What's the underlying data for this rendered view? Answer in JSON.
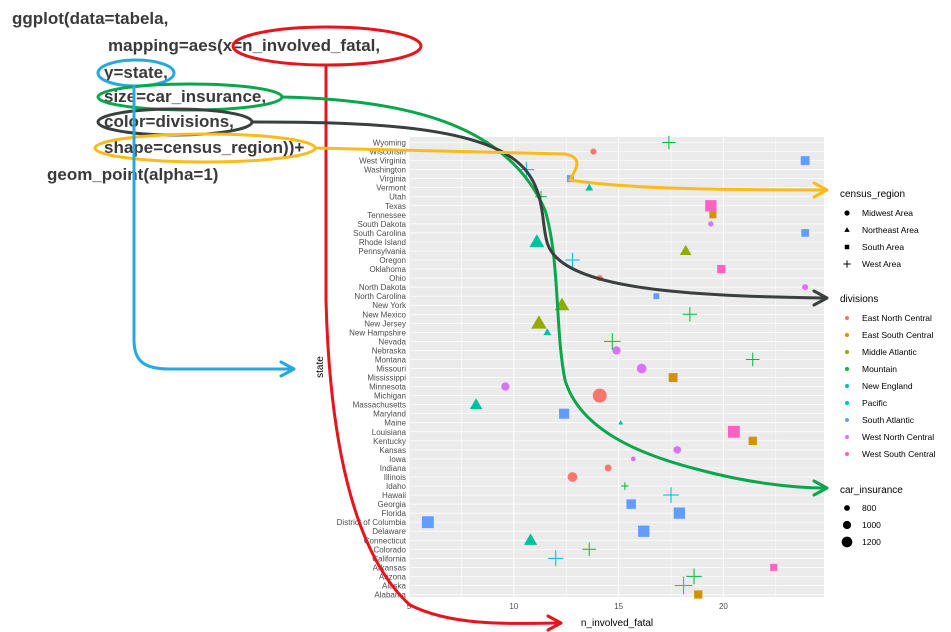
{
  "code_lines": [
    "ggplot(data=tabela,",
    "mapping=aes(x=n_involved_fatal,",
    "y=state,",
    "size=car_insurance,",
    "color=divisions,",
    "shape=census_region))+",
    "geom_point(alpha=1)"
  ],
  "colors": {
    "red": "#e8141b",
    "green": "#0aa64b",
    "blue": "#25a9e0",
    "gray": "#3b3f40",
    "yellow": "#fbbb1a",
    "panel": "#ebebeb",
    "grid": "#ffffff"
  },
  "chart_data": {
    "type": "scatter",
    "xlabel": "n_involved_fatal",
    "ylabel": "state",
    "xlim": [
      5,
      24.8
    ],
    "x_ticks": [
      5,
      10,
      15,
      20
    ],
    "grid": true,
    "states": [
      "Alabama",
      "Alaska",
      "Arizona",
      "Arkansas",
      "California",
      "Colorado",
      "Connecticut",
      "Delaware",
      "District of Columbia",
      "Florida",
      "Georgia",
      "Hawaii",
      "Idaho",
      "Illinois",
      "Indiana",
      "Iowa",
      "Kansas",
      "Kentucky",
      "Louisiana",
      "Maine",
      "Maryland",
      "Massachusetts",
      "Michigan",
      "Minnesota",
      "Mississippi",
      "Missouri",
      "Montana",
      "Nebraska",
      "Nevada",
      "New Hampshire",
      "New Jersey",
      "New Mexico",
      "New York",
      "North Carolina",
      "North Dakota",
      "Ohio",
      "Oklahoma",
      "Oregon",
      "Pennsylvania",
      "Rhode Island",
      "South Carolina",
      "South Dakota",
      "Tennessee",
      "Texas",
      "Utah",
      "Vermont",
      "Virginia",
      "Washington",
      "West Virginia",
      "Wisconsin",
      "Wyoming"
    ],
    "division_colors": {
      "East North Central": "#f8766d",
      "East South Central": "#d39200",
      "Middle Atlantic": "#93aa00",
      "Mountain": "#00ba38",
      "New England": "#00c19f",
      "Pacific": "#00b9e3",
      "South Atlantic": "#619cff",
      "West North Central": "#db72fb",
      "West South Central": "#ff61c3"
    },
    "points": [
      {
        "state": "Alabama",
        "x": 18.8,
        "insurance": 1000,
        "division": "East South Central",
        "region": "South Area"
      },
      {
        "state": "Alaska",
        "x": 18.1,
        "insurance": 1200,
        "division": "Pacific",
        "region": "West Area"
      },
      {
        "state": "Arizona",
        "x": 18.6,
        "insurance": 1100,
        "division": "Mountain",
        "region": "West Area"
      },
      {
        "state": "Arkansas",
        "x": 22.4,
        "insurance": 900,
        "division": "West South Central",
        "region": "South Area"
      },
      {
        "state": "California",
        "x": 12.0,
        "insurance": 1100,
        "division": "Pacific",
        "region": "West Area"
      },
      {
        "state": "Colorado",
        "x": 13.6,
        "insurance": 1000,
        "division": "Mountain",
        "region": "West Area"
      },
      {
        "state": "Connecticut",
        "x": 10.8,
        "insurance": 1200,
        "division": "New England",
        "region": "Northeast Area"
      },
      {
        "state": "Delaware",
        "x": 16.2,
        "insurance": 1250,
        "division": "South Atlantic",
        "region": "South Area"
      },
      {
        "state": "District of Columbia",
        "x": 5.9,
        "insurance": 1300,
        "division": "South Atlantic",
        "region": "South Area"
      },
      {
        "state": "Florida",
        "x": 17.9,
        "insurance": 1250,
        "division": "South Atlantic",
        "region": "South Area"
      },
      {
        "state": "Georgia",
        "x": 15.6,
        "insurance": 1100,
        "division": "South Atlantic",
        "region": "South Area"
      },
      {
        "state": "Hawaii",
        "x": 17.5,
        "insurance": 1100,
        "division": "Pacific",
        "region": "West Area"
      },
      {
        "state": "Idaho",
        "x": 15.3,
        "insurance": 700,
        "division": "Mountain",
        "region": "West Area"
      },
      {
        "state": "Illinois",
        "x": 12.8,
        "insurance": 1000,
        "division": "East North Central",
        "region": "Midwest Area"
      },
      {
        "state": "Indiana",
        "x": 14.5,
        "insurance": 800,
        "division": "East North Central",
        "region": "Midwest Area"
      },
      {
        "state": "Iowa",
        "x": 15.7,
        "insurance": 650,
        "division": "West North Central",
        "region": "Midwest Area"
      },
      {
        "state": "Kansas",
        "x": 17.8,
        "insurance": 850,
        "division": "West North Central",
        "region": "Midwest Area"
      },
      {
        "state": "Kentucky",
        "x": 21.4,
        "insurance": 1000,
        "division": "East South Central",
        "region": "South Area"
      },
      {
        "state": "Louisiana",
        "x": 20.5,
        "insurance": 1300,
        "division": "West South Central",
        "region": "South Area"
      },
      {
        "state": "Maine",
        "x": 15.1,
        "insurance": 650,
        "division": "New England",
        "region": "Northeast Area"
      },
      {
        "state": "Maryland",
        "x": 12.4,
        "insurance": 1150,
        "division": "South Atlantic",
        "region": "South Area"
      },
      {
        "state": "Massachusetts",
        "x": 8.2,
        "insurance": 1150,
        "division": "New England",
        "region": "Northeast Area"
      },
      {
        "state": "Michigan",
        "x": 14.1,
        "insurance": 1300,
        "division": "East North Central",
        "region": "Midwest Area"
      },
      {
        "state": "Minnesota",
        "x": 9.6,
        "insurance": 900,
        "division": "West North Central",
        "region": "Midwest Area"
      },
      {
        "state": "Mississippi",
        "x": 17.6,
        "insurance": 1050,
        "division": "East South Central",
        "region": "South Area"
      },
      {
        "state": "Missouri",
        "x": 16.1,
        "insurance": 1000,
        "division": "West North Central",
        "region": "Midwest Area"
      },
      {
        "state": "Montana",
        "x": 21.4,
        "insurance": 1000,
        "division": "Mountain",
        "region": "West Area"
      },
      {
        "state": "Nebraska",
        "x": 14.9,
        "insurance": 900,
        "division": "West North Central",
        "region": "Midwest Area"
      },
      {
        "state": "Nevada",
        "x": 14.7,
        "insurance": 1150,
        "division": "Mountain",
        "region": "West Area"
      },
      {
        "state": "New Hampshire",
        "x": 11.6,
        "insurance": 850,
        "division": "New England",
        "region": "Northeast Area"
      },
      {
        "state": "New Jersey",
        "x": 11.2,
        "insurance": 1350,
        "division": "Middle Atlantic",
        "region": "Northeast Area"
      },
      {
        "state": "New Mexico",
        "x": 18.4,
        "insurance": 1050,
        "division": "Mountain",
        "region": "West Area"
      },
      {
        "state": "New York",
        "x": 12.3,
        "insurance": 1300,
        "division": "Middle Atlantic",
        "region": "Northeast Area"
      },
      {
        "state": "North Carolina",
        "x": 16.8,
        "insurance": 800,
        "division": "South Atlantic",
        "region": "South Area"
      },
      {
        "state": "North Dakota",
        "x": 23.9,
        "insurance": 750,
        "division": "West North Central",
        "region": "Midwest Area"
      },
      {
        "state": "Ohio",
        "x": 14.1,
        "insurance": 750,
        "division": "East North Central",
        "region": "Midwest Area"
      },
      {
        "state": "Oklahoma",
        "x": 19.9,
        "insurance": 1000,
        "division": "West South Central",
        "region": "South Area"
      },
      {
        "state": "Oregon",
        "x": 12.8,
        "insurance": 1050,
        "division": "Pacific",
        "region": "West Area"
      },
      {
        "state": "Pennsylvania",
        "x": 18.2,
        "insurance": 1100,
        "division": "Middle Atlantic",
        "region": "Northeast Area"
      },
      {
        "state": "Rhode Island",
        "x": 11.1,
        "insurance": 1300,
        "division": "New England",
        "region": "Northeast Area"
      },
      {
        "state": "South Carolina",
        "x": 23.9,
        "insurance": 950,
        "division": "South Atlantic",
        "region": "South Area"
      },
      {
        "state": "South Dakota",
        "x": 19.4,
        "insurance": 700,
        "division": "West North Central",
        "region": "Midwest Area"
      },
      {
        "state": "Tennessee",
        "x": 19.5,
        "insurance": 900,
        "division": "East South Central",
        "region": "South Area"
      },
      {
        "state": "Texas",
        "x": 19.4,
        "insurance": 1250,
        "division": "West South Central",
        "region": "South Area"
      },
      {
        "state": "Utah",
        "x": 11.3,
        "insurance": 900,
        "division": "Mountain",
        "region": "West Area"
      },
      {
        "state": "Vermont",
        "x": 13.6,
        "insurance": 850,
        "division": "New England",
        "region": "Northeast Area"
      },
      {
        "state": "Virginia",
        "x": 12.7,
        "insurance": 900,
        "division": "South Atlantic",
        "region": "South Area"
      },
      {
        "state": "Washington",
        "x": 10.6,
        "insurance": 1100,
        "division": "Pacific",
        "region": "West Area"
      },
      {
        "state": "West Virginia",
        "x": 23.9,
        "insurance": 1050,
        "division": "South Atlantic",
        "region": "South Area"
      },
      {
        "state": "Wisconsin",
        "x": 13.8,
        "insurance": 750,
        "division": "East North Central",
        "region": "Midwest Area"
      },
      {
        "state": "Wyoming",
        "x": 17.4,
        "insurance": 1000,
        "division": "Mountain",
        "region": "West Area"
      }
    ],
    "legends": {
      "census_region": {
        "title": "census_region",
        "items": [
          {
            "label": "Midwest Area",
            "shape": "circle"
          },
          {
            "label": "Northeast Area",
            "shape": "triangle"
          },
          {
            "label": "South Area",
            "shape": "square"
          },
          {
            "label": "West Area",
            "shape": "plus"
          }
        ]
      },
      "divisions": {
        "title": "divisions",
        "items": [
          "East North Central",
          "East South Central",
          "Middle Atlantic",
          "Mountain",
          "New England",
          "Pacific",
          "South Atlantic",
          "West North Central",
          "West South Central"
        ]
      },
      "car_insurance": {
        "title": "car_insurance",
        "items": [
          800,
          1000,
          1200
        ]
      }
    }
  }
}
